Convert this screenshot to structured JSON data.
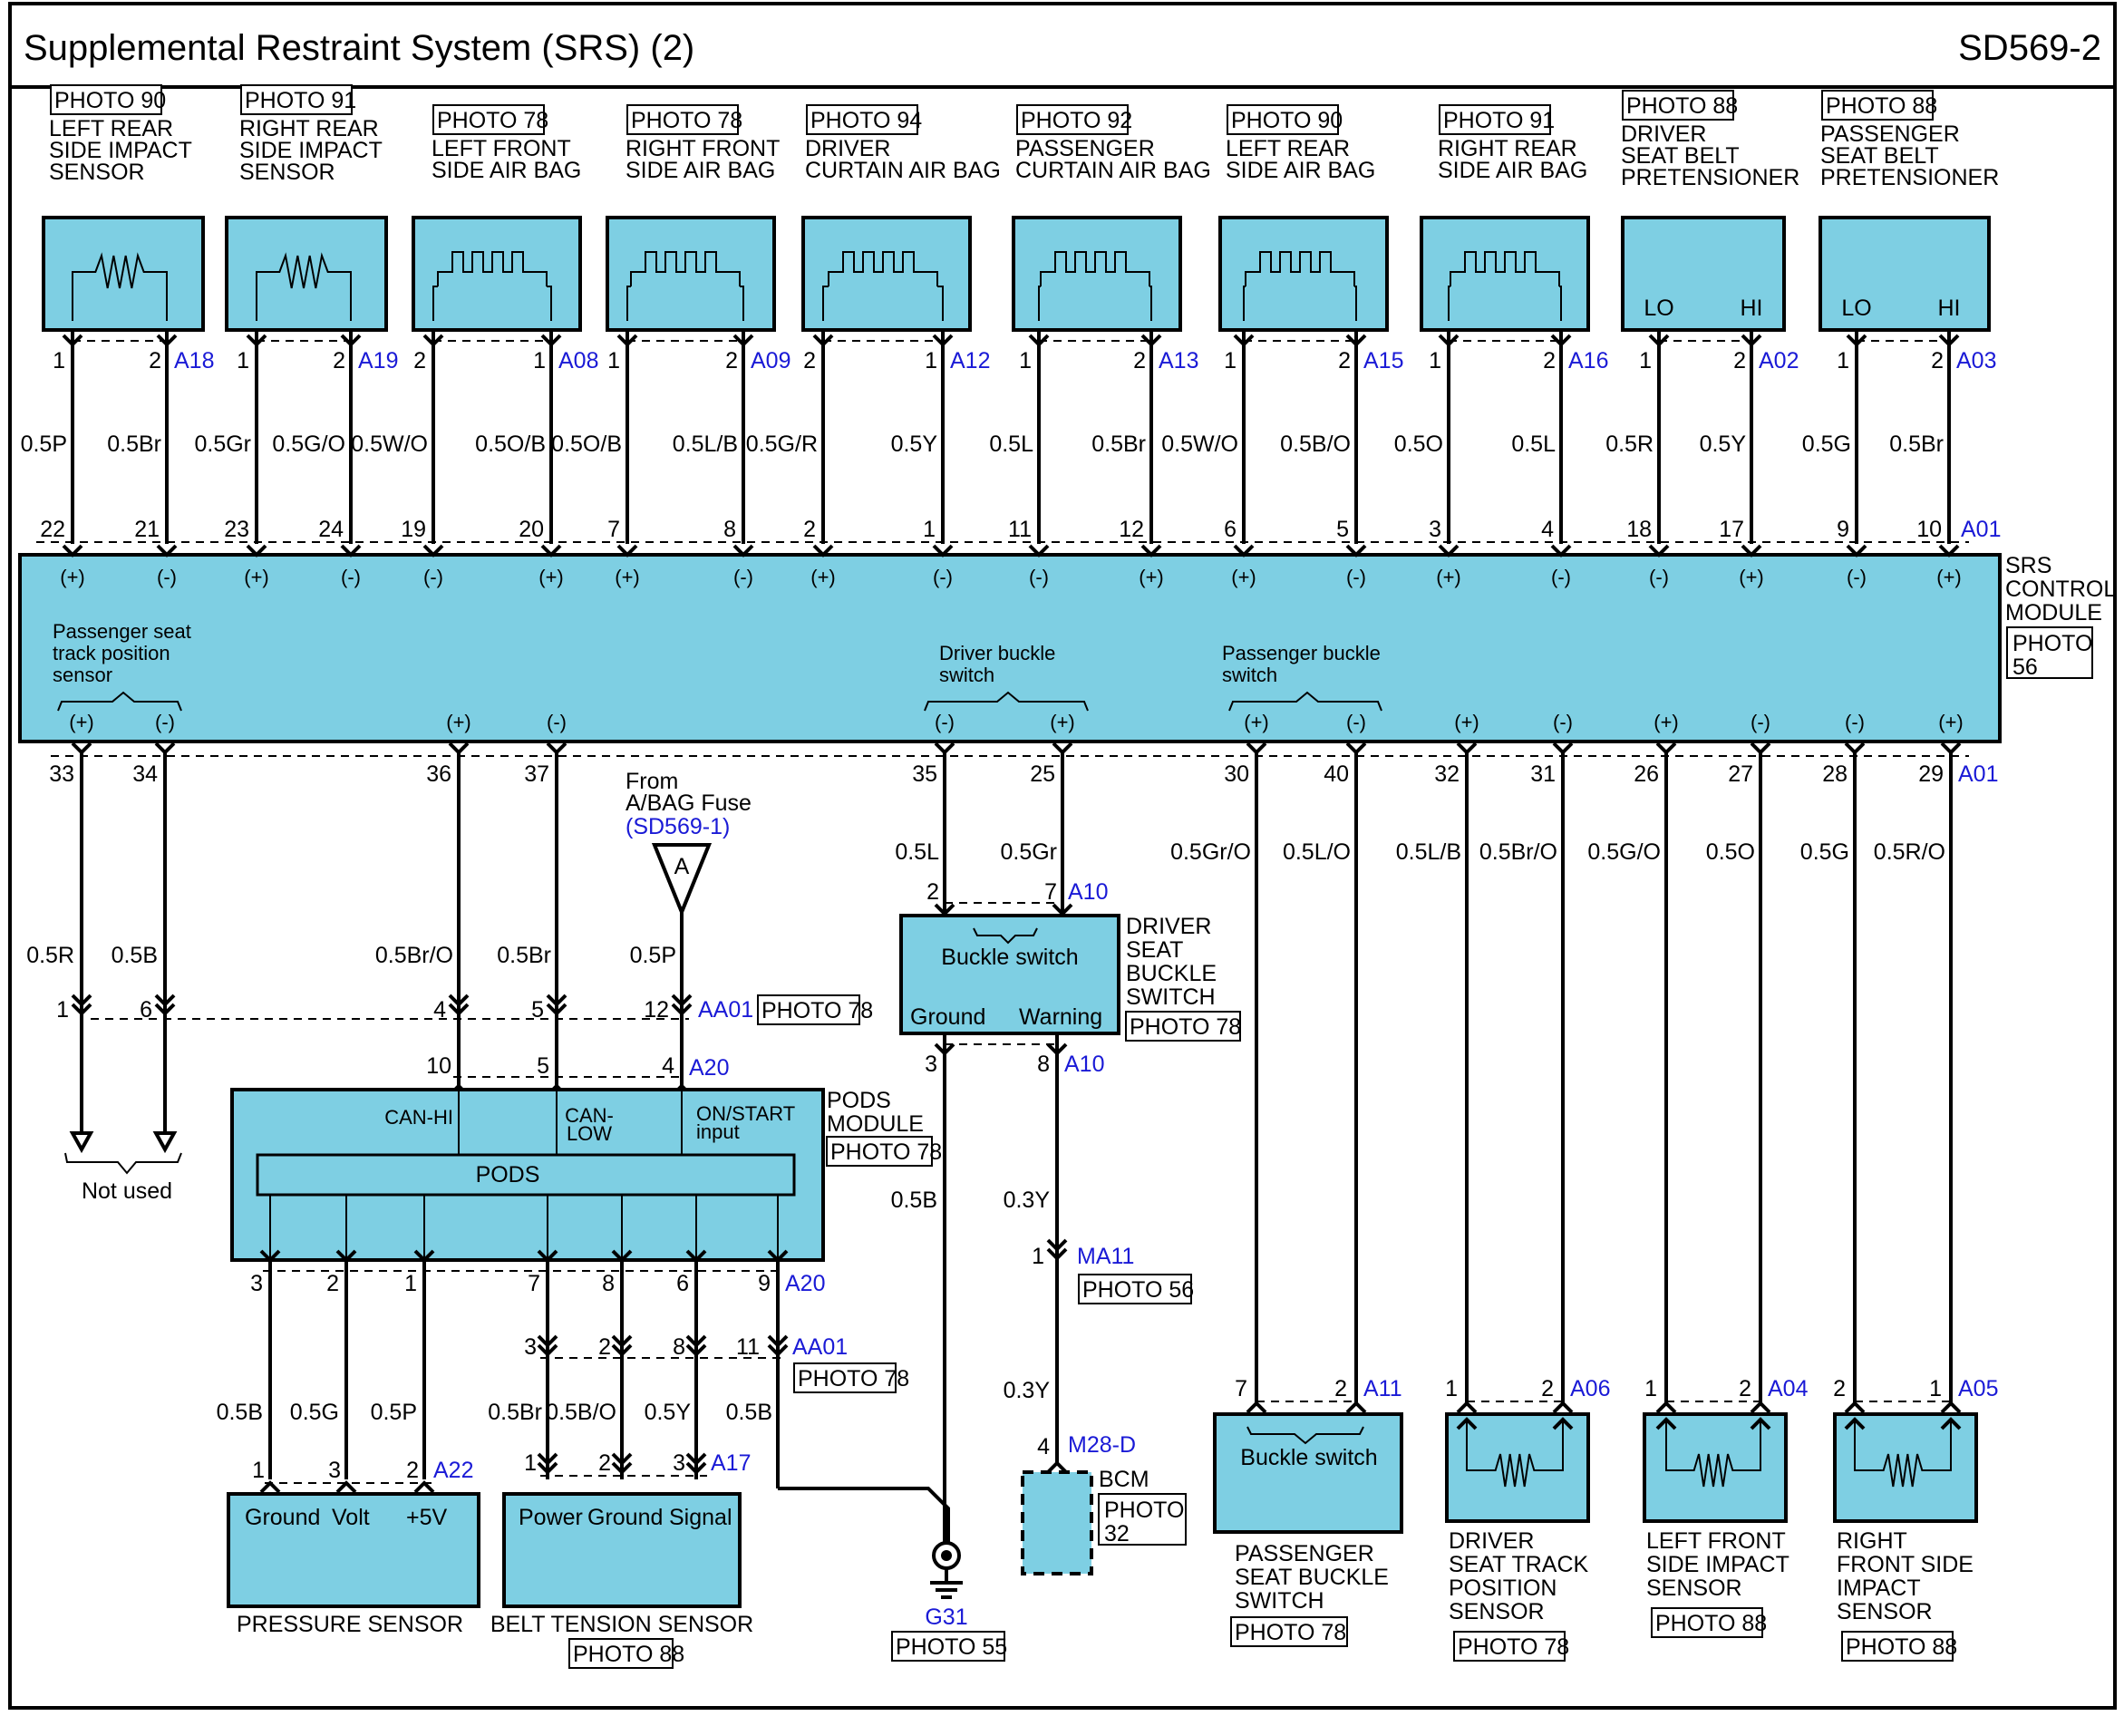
{
  "header": {
    "title": "Supplemental Restraint System (SRS) (2)",
    "code": "SD569-2"
  },
  "top_components": [
    {
      "photo": "PHOTO 90",
      "name": [
        "LEFT REAR",
        "SIDE IMPACT",
        "SENSOR"
      ],
      "conn": "A18",
      "pins": [
        "1",
        "2"
      ],
      "wires": [
        "0.5P",
        "0.5Br"
      ],
      "ecu_pins": [
        "22",
        "21"
      ],
      "pol": [
        "(+)",
        "(-)"
      ]
    },
    {
      "photo": "PHOTO 91",
      "name": [
        "RIGHT REAR",
        "SIDE IMPACT",
        "SENSOR"
      ],
      "conn": "A19",
      "pins": [
        "1",
        "2"
      ],
      "wires": [
        "0.5Gr",
        "0.5G/O"
      ],
      "ecu_pins": [
        "23",
        "24"
      ],
      "pol": [
        "(+)",
        "(-)"
      ]
    },
    {
      "photo": "PHOTO 78",
      "name": [
        "LEFT FRONT",
        "SIDE AIR BAG"
      ],
      "conn": "A08",
      "pins": [
        "2",
        "1"
      ],
      "wires": [
        "0.5W/O",
        "0.5O/B"
      ],
      "ecu_pins": [
        "19",
        "20"
      ],
      "pol": [
        "(-)",
        "(+)"
      ]
    },
    {
      "photo": "PHOTO 78",
      "name": [
        "RIGHT FRONT",
        "SIDE AIR BAG"
      ],
      "conn": "A09",
      "pins": [
        "1",
        "2"
      ],
      "wires": [
        "0.5O/B",
        "0.5L/B"
      ],
      "ecu_pins": [
        "7",
        "8"
      ],
      "pol": [
        "(+)",
        "(-)"
      ]
    },
    {
      "photo": "PHOTO 94",
      "name": [
        "DRIVER",
        "CURTAIN AIR BAG"
      ],
      "conn": "A12",
      "pins": [
        "2",
        "1"
      ],
      "wires": [
        "0.5G/R",
        "0.5Y"
      ],
      "ecu_pins": [
        "2",
        "1"
      ],
      "pol": [
        "(+)",
        "(-)"
      ]
    },
    {
      "photo": "PHOTO 92",
      "name": [
        "PASSENGER",
        "CURTAIN AIR BAG"
      ],
      "conn": "A13",
      "pins": [
        "1",
        "2"
      ],
      "wires": [
        "0.5L",
        "0.5Br"
      ],
      "ecu_pins": [
        "11",
        "12"
      ],
      "pol": [
        "(-)",
        "(+)"
      ]
    },
    {
      "photo": "PHOTO 90",
      "name": [
        "LEFT REAR",
        "SIDE AIR BAG"
      ],
      "conn": "A15",
      "pins": [
        "1",
        "2"
      ],
      "wires": [
        "0.5W/O",
        "0.5B/O"
      ],
      "ecu_pins": [
        "6",
        "5"
      ],
      "pol": [
        "(+)",
        "(-)"
      ]
    },
    {
      "photo": "PHOTO 91",
      "name": [
        "RIGHT REAR",
        "SIDE AIR BAG"
      ],
      "conn": "A16",
      "pins": [
        "1",
        "2"
      ],
      "wires": [
        "0.5O",
        "0.5L"
      ],
      "ecu_pins": [
        "3",
        "4"
      ],
      "pol": [
        "(+)",
        "(-)"
      ]
    },
    {
      "photo": "PHOTO 88",
      "name": [
        "DRIVER",
        "SEAT BELT",
        "PRETENSIONER"
      ],
      "conn": "A02",
      "pins": [
        "1",
        "2"
      ],
      "wires": [
        "0.5R",
        "0.5Y"
      ],
      "ecu_pins": [
        "18",
        "17"
      ],
      "pol": [
        "(-)",
        "(+)"
      ],
      "inner": [
        "LO",
        "HI"
      ]
    },
    {
      "photo": "PHOTO 88",
      "name": [
        "PASSENGER",
        "SEAT BELT",
        "PRETENSIONER"
      ],
      "conn": "A03",
      "pins": [
        "1",
        "2"
      ],
      "wires": [
        "0.5G",
        "0.5Br"
      ],
      "ecu_pins": [
        "9",
        "10"
      ],
      "pol": [
        "(-)",
        "(+)"
      ],
      "inner": [
        "LO",
        "HI"
      ]
    }
  ],
  "srs": {
    "top_conn": "A01",
    "bottom_conn": "A01",
    "name": [
      "SRS",
      "CONTROL",
      "MODULE"
    ],
    "photo": [
      "PHOTO",
      "56"
    ],
    "groups": {
      "pass_track": [
        "Passenger seat",
        "track position",
        "sensor"
      ],
      "driver_buckle": [
        "Driver buckle",
        "switch"
      ],
      "pass_buckle": [
        "Passenger buckle",
        "switch"
      ]
    },
    "bottom_pins": [
      {
        "pin": "33",
        "pol": "(+)"
      },
      {
        "pin": "34",
        "pol": "(-)"
      },
      {
        "pin": "36",
        "pol": "(+)"
      },
      {
        "pin": "37",
        "pol": "(-)"
      },
      {
        "pin": "35",
        "pol": "(-)"
      },
      {
        "pin": "25",
        "pol": "(+)"
      },
      {
        "pin": "30",
        "pol": "(+)"
      },
      {
        "pin": "40",
        "pol": "(-)"
      },
      {
        "pin": "32",
        "pol": "(+)"
      },
      {
        "pin": "31",
        "pol": "(-)"
      },
      {
        "pin": "26",
        "pol": "(+)"
      },
      {
        "pin": "27",
        "pol": "(-)"
      },
      {
        "pin": "28",
        "pol": "(-)"
      },
      {
        "pin": "29",
        "pol": "(+)"
      }
    ]
  },
  "bottom_wires": [
    "0.5L",
    "0.5Gr",
    "0.5Gr/O",
    "0.5L/O",
    "0.5L/B",
    "0.5Br/O",
    "0.5G/O",
    "0.5O",
    "0.5G",
    "0.5R/O"
  ],
  "left": {
    "wires": [
      "0.5R",
      "0.5B"
    ],
    "pins": [
      "1",
      "6"
    ],
    "not_used": "Not used"
  },
  "aa01": {
    "conn": "AA01",
    "photo": "PHOTO 78",
    "pins": [
      "4",
      "5",
      "12"
    ],
    "wires": [
      "0.5Br/O",
      "0.5Br",
      "0.5P"
    ]
  },
  "fuse": {
    "lines": [
      "From",
      "A/BAG Fuse"
    ],
    "ref": "(SD569-1)",
    "letter": "A"
  },
  "pods": {
    "conn_top": "A20",
    "top_pins": [
      "10",
      "5",
      "4"
    ],
    "inputs": [
      "CAN-HI",
      "CAN-",
      "LOW",
      "ON/START",
      "input"
    ],
    "inner": "PODS",
    "name": [
      "PODS",
      "MODULE"
    ],
    "photo": "PHOTO 78",
    "conn_bottom": "A20",
    "bottom_pins": [
      "3",
      "2",
      "1",
      "7",
      "8",
      "6",
      "9"
    ]
  },
  "aa01_low": {
    "conn": "AA01",
    "photo": "PHOTO 78",
    "pins": [
      "3",
      "2",
      "8",
      "11"
    ]
  },
  "pressure": {
    "conn": "A22",
    "pins": [
      "1",
      "3",
      "2"
    ],
    "wires": [
      "0.5B",
      "0.5G",
      "0.5P"
    ],
    "labels": [
      "Ground",
      "Volt",
      "+5V"
    ],
    "name": "PRESSURE SENSOR"
  },
  "belt": {
    "conn": "A17",
    "pins": [
      "1",
      "2",
      "3"
    ],
    "wires": [
      "0.5Br",
      "0.5B/O",
      "0.5Y"
    ],
    "extra_wire": "0.5B",
    "labels": [
      "Power",
      "Ground",
      "Signal"
    ],
    "name": "BELT TENSION SENSOR",
    "photo": "PHOTO 88"
  },
  "driver_buckle": {
    "conn": "A10",
    "pins": [
      "2",
      "7"
    ],
    "inner": "Buckle switch",
    "labels": [
      "Ground",
      "Warning"
    ],
    "name": [
      "DRIVER",
      "SEAT",
      "BUCKLE",
      "SWITCH"
    ],
    "photo": "PHOTO 78",
    "bottom_conn": "A10",
    "bottom_pins": [
      "3",
      "8"
    ],
    "wires_below": [
      "0.5B",
      "0.3Y"
    ]
  },
  "ma11": {
    "conn": "MA11",
    "pin": "1",
    "photo": "PHOTO 56",
    "wire": "0.3Y"
  },
  "bcm": {
    "conn": "M28-D",
    "pin": "4",
    "name": "BCM",
    "photo": [
      "PHOTO",
      "32"
    ]
  },
  "ground": {
    "name": "G31",
    "photo": "PHOTO 55"
  },
  "bottom_components": [
    {
      "conn": "A11",
      "pins": [
        "7",
        "2"
      ],
      "inner": "Buckle switch",
      "name": [
        "PASSENGER",
        "SEAT BUCKLE",
        "SWITCH"
      ],
      "photo": "PHOTO 78"
    },
    {
      "conn": "A06",
      "pins": [
        "1",
        "2"
      ],
      "name": [
        "DRIVER",
        "SEAT TRACK",
        "POSITION",
        "SENSOR"
      ],
      "photo": "PHOTO 78"
    },
    {
      "conn": "A04",
      "pins": [
        "1",
        "2"
      ],
      "name": [
        "LEFT FRONT",
        "SIDE IMPACT",
        "SENSOR"
      ],
      "photo": "PHOTO 88"
    },
    {
      "conn": "A05",
      "pins": [
        "2",
        "1"
      ],
      "name": [
        "RIGHT",
        "FRONT SIDE",
        "IMPACT",
        "SENSOR"
      ],
      "photo": "PHOTO 88"
    }
  ]
}
